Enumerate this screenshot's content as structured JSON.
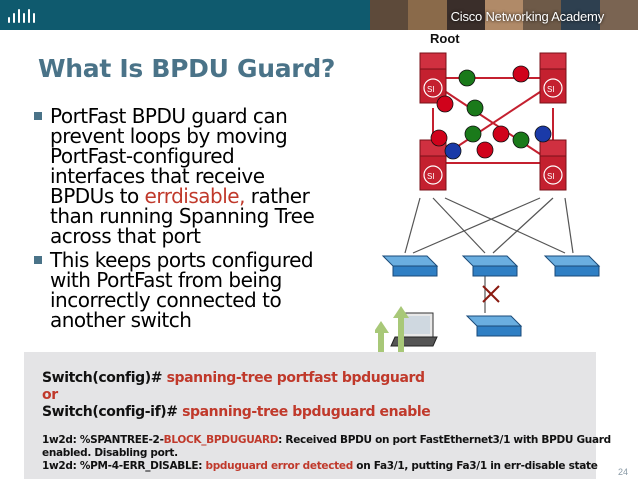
{
  "header": {
    "brand": "Cisco Networking Academy"
  },
  "slide": {
    "title": "What Is BPDU Guard?",
    "bullets": [
      {
        "parts": [
          "PortFast BPDU guard can prevent loops by moving PortFast-configured interfaces that receive BPDUs to ",
          "errdisable,",
          " rather than running Spanning Tree across that port"
        ]
      },
      {
        "text": "This keeps ports configured with PortFast from being incorrectly connected to another switch"
      }
    ]
  },
  "diagram": {
    "root_label": "Root",
    "colors": {
      "red": "#d0021b",
      "green": "#1a7a1a",
      "blue": "#1a3aa8",
      "switch": "#c4202f",
      "access": "#2f7fc4",
      "arrow": "#a8c878"
    }
  },
  "commands": {
    "line1_prefix": "Switch(config)# ",
    "line1_cmd": "spanning-tree portfast bpduguard",
    "or": "or",
    "line2_prefix": "Switch(config-if)# ",
    "line2_cmd": "spanning-tree bpduguard enable",
    "log1_a": "1w2d: %SPANTREE-2-",
    "log1_b": "BLOCK_BPDUGUARD",
    "log1_c": ": Received BPDU on port FastEthernet3/1 with BPDU Guard",
    "log1_d": "enabled. Disabling port.",
    "log2_a": "1w2d: %PM-4-ERR_DISABLE: ",
    "log2_b": "bpduguard error detected",
    "log2_c": " on Fa3/1, putting Fa3/1 in err-disable state"
  },
  "footer": {
    "page": "24"
  }
}
